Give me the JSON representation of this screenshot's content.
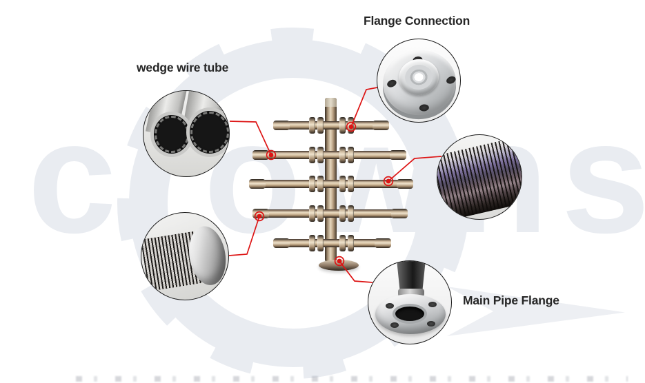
{
  "labels": {
    "flange_connection": "Flange Connection",
    "wedge_wire_tube": "wedge wire tube",
    "main_pipe_flange": "Main Pipe Flange"
  },
  "watermark": {
    "text": "crowns"
  },
  "colors": {
    "background": "#ffffff",
    "label_text": "#262626",
    "leader_line_red": "#dd1414",
    "marker_red": "#dd1414",
    "watermark_gray": "#e9ecf1",
    "inset_border": "#1b1b1b",
    "pipe_highlight": "#e7d9c0",
    "pipe_mid": "#b49a7e",
    "pipe_shadow": "#2e2620"
  },
  "insets": [
    {
      "name": "flange-connection-photo"
    },
    {
      "name": "wedge-wire-tube-cross-section-photo"
    },
    {
      "name": "wedge-wire-surface-photo"
    },
    {
      "name": "wedge-wire-closed-end-photo"
    },
    {
      "name": "main-pipe-flange-photo"
    }
  ]
}
